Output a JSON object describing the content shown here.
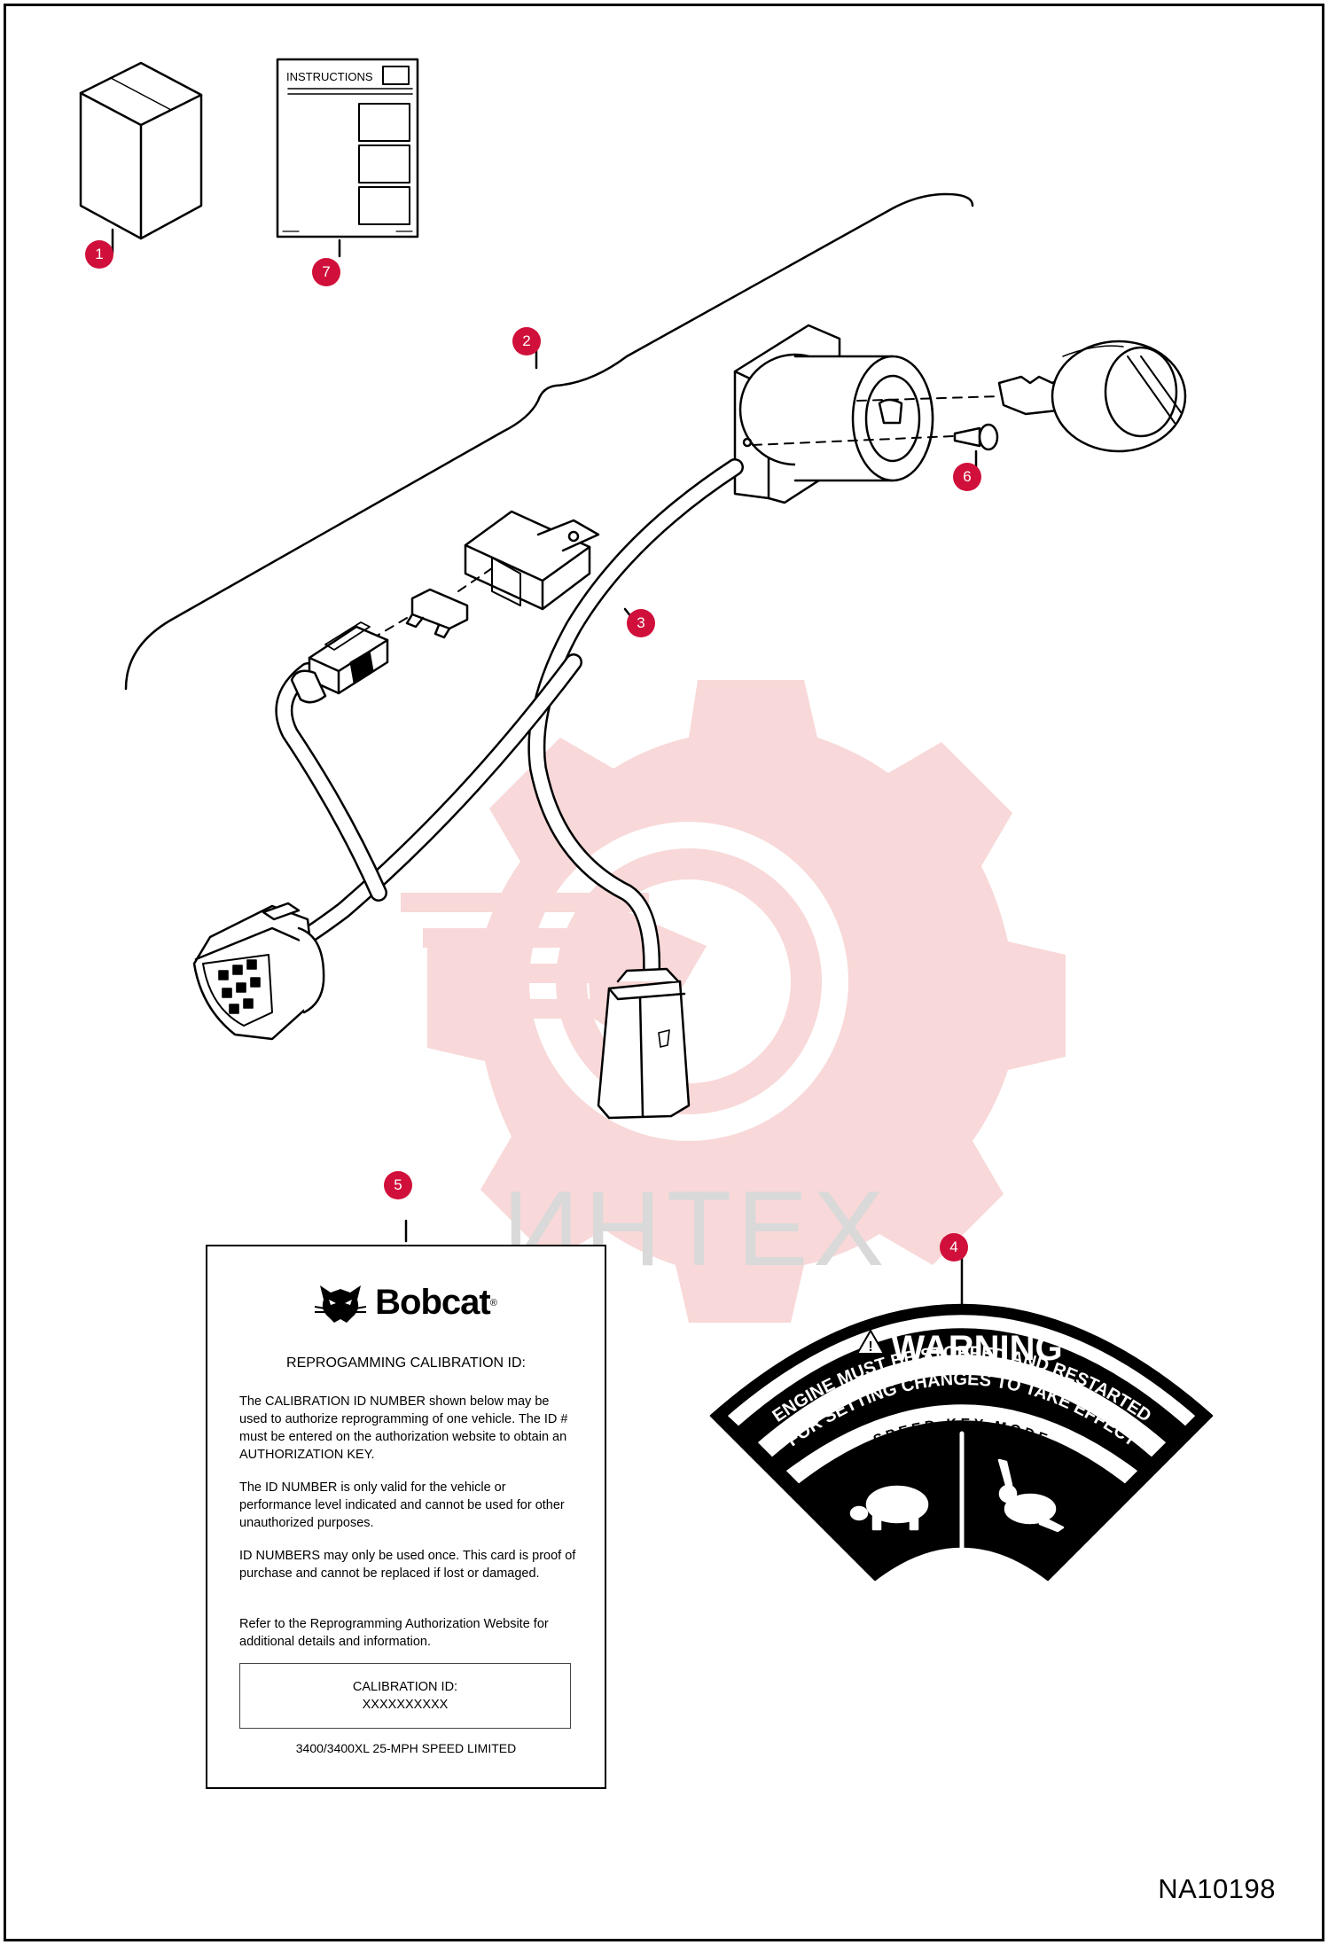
{
  "drawing_number": "NA10198",
  "watermark": "ИНТЕХ",
  "callouts": [
    {
      "id": "callout-1",
      "label": "1"
    },
    {
      "id": "callout-2",
      "label": "2"
    },
    {
      "id": "callout-3",
      "label": "3"
    },
    {
      "id": "callout-4",
      "label": "4"
    },
    {
      "id": "callout-5",
      "label": "5"
    },
    {
      "id": "callout-6",
      "label": "6"
    },
    {
      "id": "callout-7",
      "label": "7"
    }
  ],
  "instructions_sheet": {
    "title": "INSTRUCTIONS"
  },
  "warning_decal": {
    "heading": "WARNING",
    "line1": "ENGINE MUST BE STOPPED AND RESTARTED",
    "line2": "FOR SETTING CHANGES TO TAKE EFFECT",
    "mode_label": "SPEED KEY MODE",
    "icons": [
      "turtle-icon",
      "rabbit-icon"
    ]
  },
  "calibration_card": {
    "brand": "Bobcat",
    "brand_mark": "®",
    "title": "REPROGAMMING CALIBRATION ID:",
    "paragraphs": [
      "The CALIBRATION ID NUMBER shown below may be used to authorize reprogramming of one vehicle. The ID # must be entered on the authorization website to obtain an AUTHORIZATION KEY.",
      "The ID NUMBER is only valid for the vehicle or performance level indicated and cannot be used for other unauthorized purposes.",
      "ID NUMBERS may only be used once. This card is proof of purchase and cannot be replaced if lost or damaged.",
      "Refer to the Reprogramming Authorization Website for additional details and information."
    ],
    "id_label": "CALIBRATION ID:",
    "id_value": "XXXXXXXXXX",
    "footer": "3400/3400XL 25-MPH SPEED LIMITED"
  },
  "colors": {
    "callout": "#d0103a",
    "watermark": "#f4c7c7",
    "ink": "#000000"
  }
}
